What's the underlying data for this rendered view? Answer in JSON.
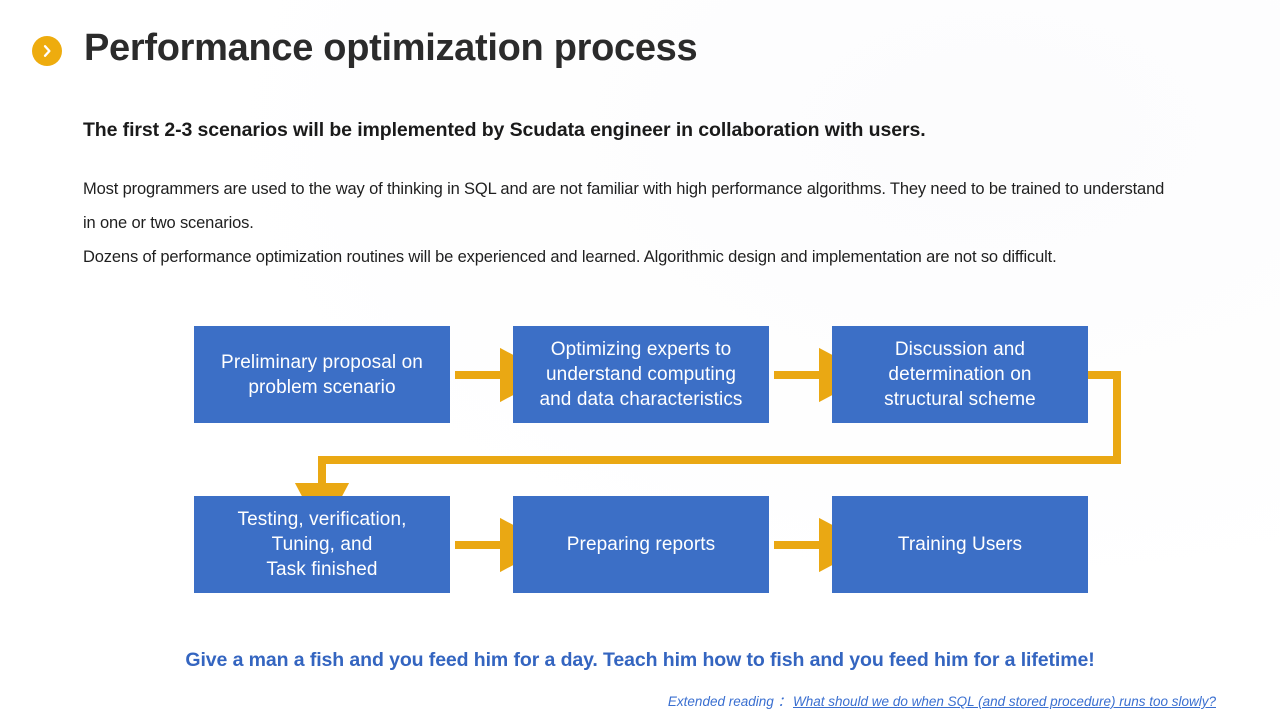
{
  "header": {
    "icon": "chevron-right-circle-icon",
    "title": "Performance optimization process",
    "accent_color": "#eeac0e"
  },
  "body": {
    "lead": "The first 2-3 scenarios will be implemented by Scudata engineer in collaboration with users.",
    "paragraphs": [
      "Most programmers are used to the way of thinking in SQL and are not familiar with high performance algorithms. They need to be trained to understand in one or two scenarios.",
      "Dozens of performance optimization routines will be experienced and learned. Algorithmic design and implementation are not so difficult."
    ]
  },
  "flow": {
    "node_color": "#3c6fc6",
    "arrow_color": "#eaa813",
    "nodes": [
      {
        "id": "n1",
        "label": "Preliminary proposal on\nproblem scenario"
      },
      {
        "id": "n2",
        "label": "Optimizing experts to\nunderstand computing\nand data characteristics"
      },
      {
        "id": "n3",
        "label": "Discussion and\ndetermination on\nstructural scheme"
      },
      {
        "id": "n4",
        "label": "Testing, verification,\nTuning, and\nTask finished"
      },
      {
        "id": "n5",
        "label": "Preparing reports"
      },
      {
        "id": "n6",
        "label": "Training Users"
      }
    ],
    "connectors": [
      "n1-to-n2-arrow",
      "n2-to-n3-arrow",
      "n3-to-n4-elbow-arrow",
      "n4-to-n5-arrow",
      "n5-to-n6-arrow"
    ]
  },
  "footer": {
    "quote": "Give a man a fish and you feed him for a day. Teach him how to fish and you feed him for a lifetime!",
    "quote_color": "#3465c0",
    "reading_label": "Extended reading ：",
    "reading_link": "What should we do when SQL (and stored procedure) runs too slowly?"
  }
}
